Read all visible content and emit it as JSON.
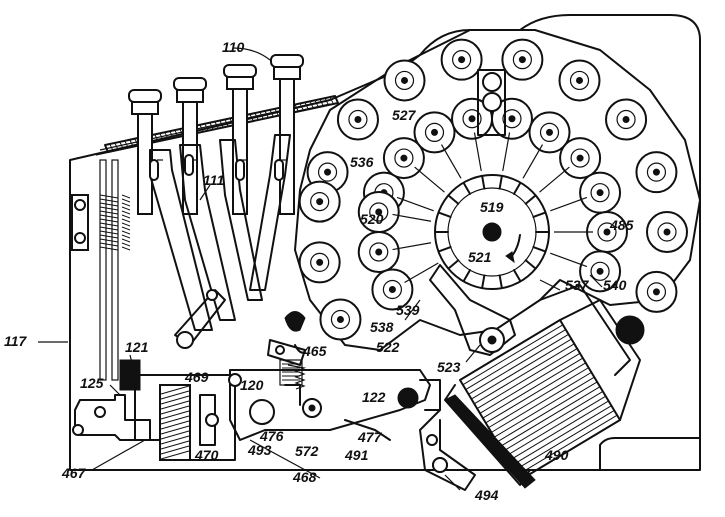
{
  "figure": {
    "labels": [
      {
        "id": "l110",
        "text": "110"
      },
      {
        "id": "l111",
        "text": "111"
      },
      {
        "id": "l117",
        "text": "117"
      },
      {
        "id": "l121",
        "text": "121"
      },
      {
        "id": "l125",
        "text": "125"
      },
      {
        "id": "l120",
        "text": "120"
      },
      {
        "id": "l122",
        "text": "122"
      },
      {
        "id": "l465",
        "text": "465"
      },
      {
        "id": "l467",
        "text": "467"
      },
      {
        "id": "l468",
        "text": "468"
      },
      {
        "id": "l469",
        "text": "469"
      },
      {
        "id": "l470",
        "text": "470"
      },
      {
        "id": "l476",
        "text": "476"
      },
      {
        "id": "l477",
        "text": "477"
      },
      {
        "id": "l485",
        "text": "485"
      },
      {
        "id": "l490",
        "text": "490"
      },
      {
        "id": "l491",
        "text": "491"
      },
      {
        "id": "l493",
        "text": "493"
      },
      {
        "id": "l494",
        "text": "494"
      },
      {
        "id": "l519",
        "text": "519"
      },
      {
        "id": "l520",
        "text": "520"
      },
      {
        "id": "l521",
        "text": "521"
      },
      {
        "id": "l522",
        "text": "522"
      },
      {
        "id": "l523",
        "text": "523"
      },
      {
        "id": "l527",
        "text": "527"
      },
      {
        "id": "l536",
        "text": "536"
      },
      {
        "id": "l537",
        "text": "537"
      },
      {
        "id": "l538",
        "text": "538"
      },
      {
        "id": "l539",
        "text": "539"
      },
      {
        "id": "l540",
        "text": "540"
      },
      {
        "id": "l572",
        "text": "572"
      }
    ]
  }
}
